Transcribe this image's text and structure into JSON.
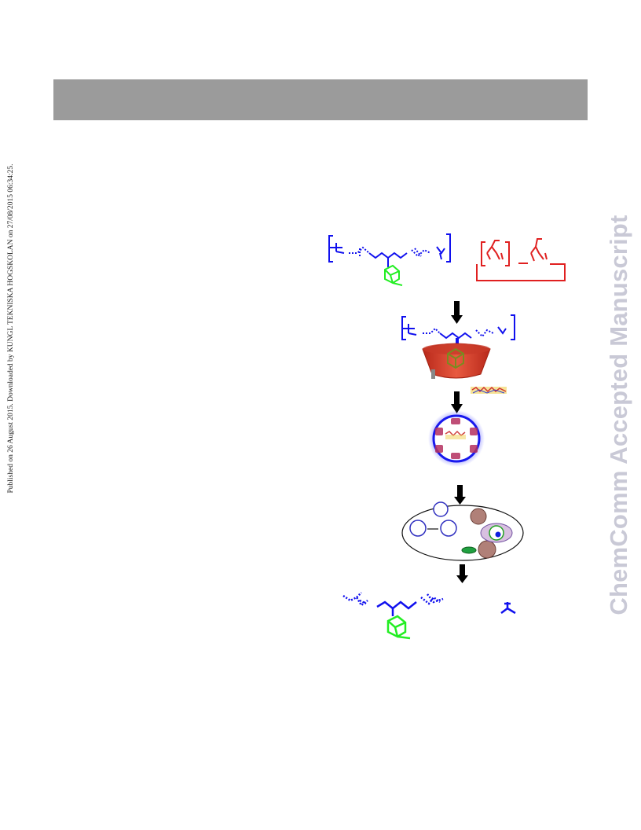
{
  "header": {
    "bar_color": "#9b9b9b"
  },
  "side_note": {
    "text": "Published on 26 August 2015. Downloaded by KUNGL TEKNISKA HOGSKOLAN on 27/08/2015 06:34:25."
  },
  "watermark": {
    "text": "ChemComm Accepted Manuscript",
    "color": "#c9c9d6"
  },
  "scheme": {
    "colors": {
      "polymer": "#1010ee",
      "adamantane": "#22ee22",
      "cyclodextrin": "#e03020",
      "arrow": "#000000",
      "drug_cargo": "#e8c020"
    },
    "steps": [
      "polymer-and-cyclodextrin-polymer",
      "host-guest-inclusion-complex",
      "drug-loaded-nanoparticle",
      "cellular-uptake",
      "released-polymer-and-fragments"
    ]
  }
}
